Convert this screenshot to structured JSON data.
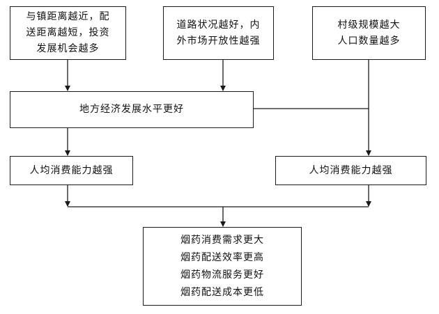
{
  "nodes": {
    "proximity": {
      "lines": [
        "与镇距离越近，配",
        "送距离越短，投资",
        "发展机会越多"
      ]
    },
    "roads": {
      "lines": [
        "道路状况越好，内",
        "外市场开放性越强"
      ]
    },
    "village_scale": {
      "lines": [
        "村级规模越大",
        "人口数量越多"
      ]
    },
    "local_economy": {
      "lines": [
        "地方经济发展水平更好"
      ]
    },
    "consumption_left": {
      "lines": [
        "人均消费能力越强"
      ]
    },
    "consumption_right": {
      "lines": [
        "人均消费能力越强"
      ]
    },
    "outcomes": {
      "lines": [
        "烟药消费需求更大",
        "烟药配送效率更高",
        "烟药物流服务更好",
        "烟药配送成本更低"
      ]
    }
  }
}
